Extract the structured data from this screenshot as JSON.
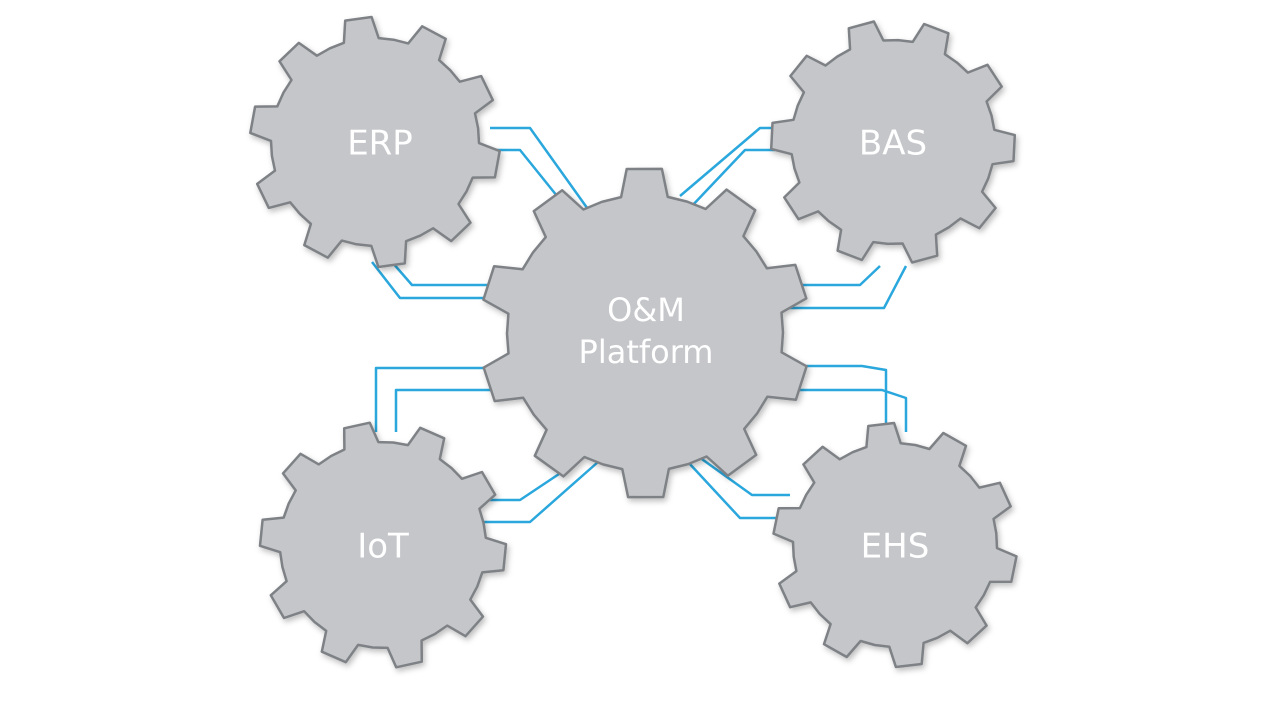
{
  "diagram": {
    "center": {
      "line1": "O&M",
      "line2": "Platform"
    },
    "nodes": [
      {
        "id": "erp",
        "label": "ERP"
      },
      {
        "id": "bas",
        "label": "BAS"
      },
      {
        "id": "iot",
        "label": "IoT"
      },
      {
        "id": "ehs",
        "label": "EHS"
      }
    ]
  },
  "colors": {
    "gear_fill": "#c4c6c9",
    "gear_stroke": "#7e8185",
    "gear_shadow": "#9a9ca0",
    "connector": "#2aa7dc",
    "label": "#ffffff"
  }
}
